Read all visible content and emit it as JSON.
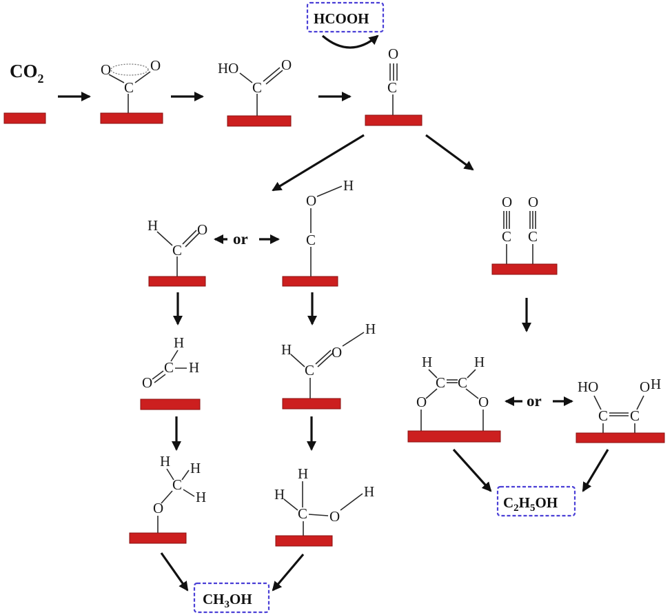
{
  "products": {
    "formic_acid": "HCOOH",
    "methanol": {
      "a": "CH",
      "sub": "3",
      "b": "OH"
    },
    "ethanol": {
      "a": "C",
      "s1": "2",
      "b": "H",
      "s2": "5",
      "c": "OH"
    }
  },
  "reactant": {
    "main": "CO",
    "sub": "2"
  },
  "connector": "or",
  "atoms": {
    "C": "C",
    "O": "O",
    "H": "H",
    "HO": "HO"
  },
  "colors": {
    "surface": "#cc1f1f",
    "product_box": "#4a3fd6",
    "arrow": "#111111"
  }
}
